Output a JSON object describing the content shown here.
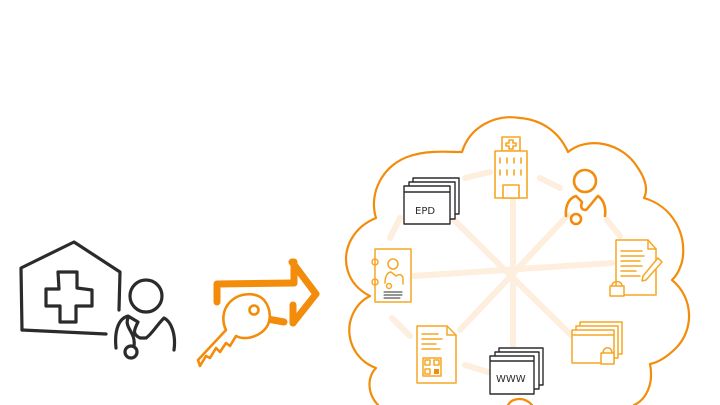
{
  "colors": {
    "ink": "#2b2b2b",
    "accent": "#f28c0a",
    "accent_light": "#f6a623",
    "spoke": "#fdeede",
    "background": "#ffffff"
  },
  "left_group": {
    "hospital_icon": "hospital-building-with-cross",
    "doctor_icon": "doctor-with-stethoscope"
  },
  "transition": {
    "key_icon": "key",
    "arrow_icon": "arrow-right"
  },
  "cloud": {
    "items": [
      {
        "id": "hospital",
        "icon": "hospital-building-icon"
      },
      {
        "id": "doctor",
        "icon": "doctor-icon"
      },
      {
        "id": "secure-document",
        "icon": "signed-document-with-lock-icon"
      },
      {
        "id": "secure-windows",
        "icon": "browser-windows-with-lock-icon"
      },
      {
        "id": "www",
        "icon": "browser-windows-www-icon",
        "label": "WWW"
      },
      {
        "id": "qr-document",
        "icon": "document-with-qr-code-icon"
      },
      {
        "id": "patient-file",
        "icon": "patient-record-binder-icon"
      },
      {
        "id": "epd",
        "icon": "browser-windows-epd-icon",
        "label": "EPD"
      }
    ]
  }
}
